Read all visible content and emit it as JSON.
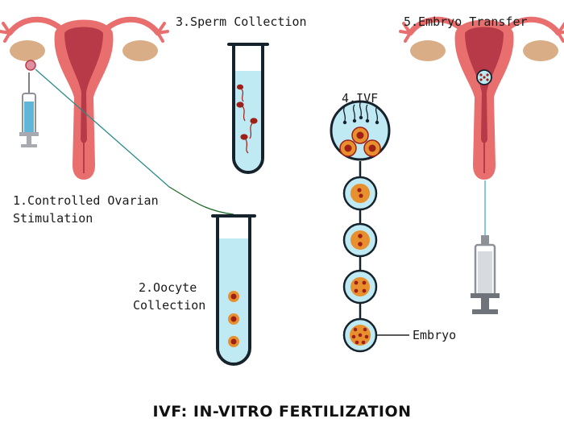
{
  "colors": {
    "uterus_outer": "#e96f6f",
    "uterus_inner": "#b83a48",
    "ovary": "#d9ad86",
    "tube_liquid": "#bfe9f3",
    "tube_glass": "#17232c",
    "syringe_fill": "#5fb6d8",
    "syringe_grey": "#a7aab0",
    "cell_outer": "#e8902d",
    "cell_nucleus": "#9e2018",
    "needle_line": "#2c8c8a",
    "thread_line": "#1e6b2a",
    "embryo_pointer": "#222222"
  },
  "labels": {
    "step1_line1": "1.Controlled Ovarian",
    "step1_line2": "Stimulation",
    "step2_line1": "2.Oocyte",
    "step2_line2": "Collection",
    "step3": "3.Sperm Collection",
    "step4": "4.IVF",
    "step5": "5.Embryo Transfer",
    "embryo": "Embryo",
    "title": "IVF: IN-VITRO FERTILIZATION"
  }
}
